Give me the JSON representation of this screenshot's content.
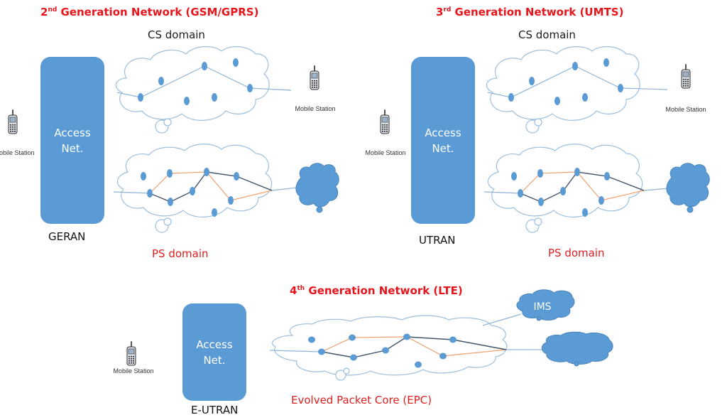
{
  "colors": {
    "title_red": "#e8141b",
    "access_blue": "#5b9bd5",
    "path_orange": "#f0a070",
    "path_dark": "#44546a",
    "cloud_outline": "#9dbfdc"
  },
  "panels": {
    "gen2": {
      "title_prefix": "2",
      "title_sup": "nd",
      "title_rest": " Generation Network (GSM/GPRS)",
      "cs_label": "CS domain",
      "ps_label": "PS domain",
      "access_line1": "Access",
      "access_line2": "Net.",
      "ran_label": "GERAN",
      "ms_left_label": "Mobile Station",
      "ms_right_label": "Mobile Station"
    },
    "gen3": {
      "title_prefix": "3",
      "title_sup": "rd",
      "title_rest": " Generation Network (UMTS)",
      "cs_label": "CS domain",
      "ps_label": "PS domain",
      "access_line1": "Access",
      "access_line2": "Net.",
      "ran_label": "UTRAN",
      "ms_left_label": "Mobile Station",
      "ms_right_label": "Mobile Station"
    },
    "gen4": {
      "title_prefix": "4",
      "title_sup": "th",
      "title_rest": " Generation Network (LTE)",
      "core_label": "Evolved Packet Core (EPC)",
      "access_line1": "Access",
      "access_line2": "Net.",
      "ran_label": "E-UTRAN",
      "ms_label": "Mobile Station",
      "ims_label": "IMS"
    }
  }
}
